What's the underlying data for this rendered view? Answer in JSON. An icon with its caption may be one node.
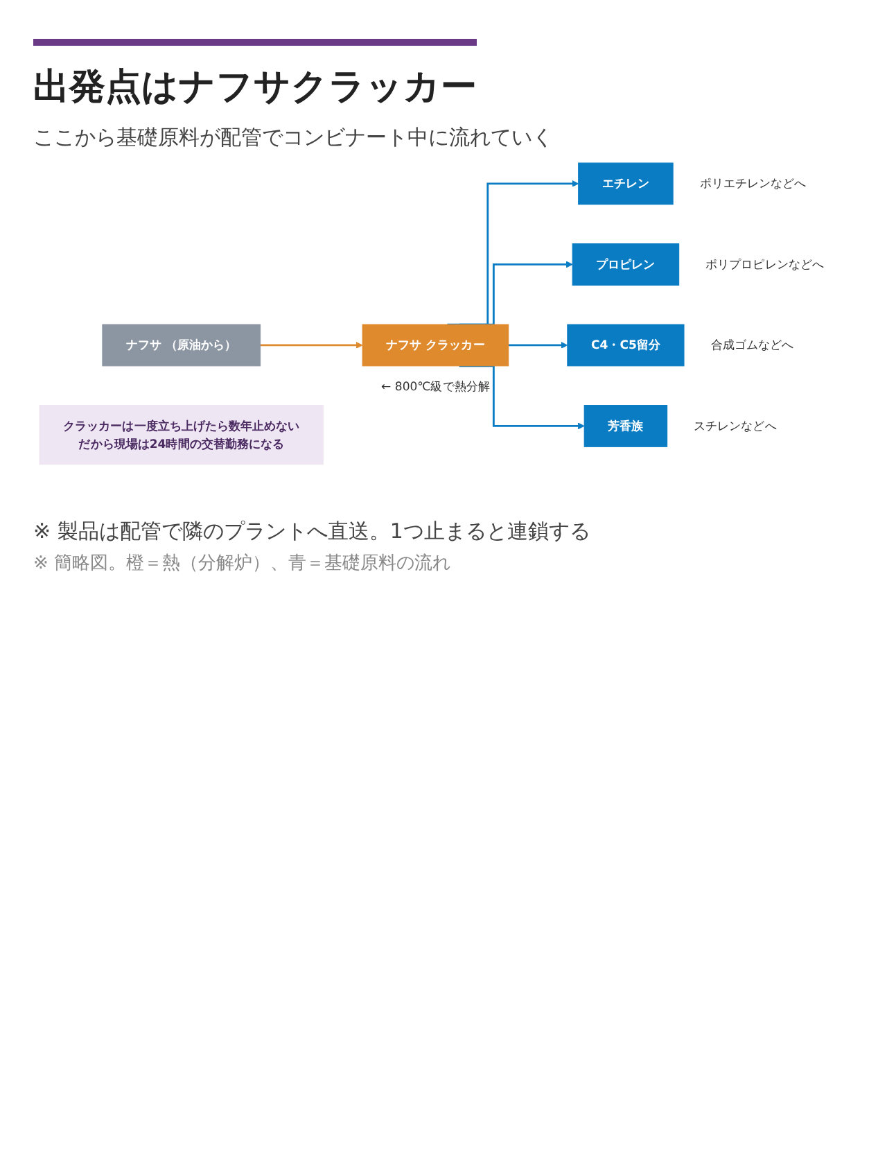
{
  "diagram": {
    "title": "出発点はナフサクラッカー",
    "nodes": [
      {
        "text": [
          "ナフサ （原油から）"
        ]
      },
      {
        "text": [
          "ナフサ クラッカー"
        ],
        "beside": [
          "← 800℃級で熱分解"
        ]
      },
      {
        "text": [
          "エチレン"
        ],
        "beside": [
          "ポリエチレンなどへ"
        ]
      },
      {
        "text": [
          "プロピレン"
        ],
        "beside": [
          "ポリプロピレンなどへ"
        ]
      },
      {
        "text": [
          "C4・C5留分"
        ],
        "beside": [
          "合成ゴムなどへ"
        ]
      },
      {
        "text": [
          "芳香族"
        ],
        "beside": [
          "スチレンなどへ"
        ]
      },
      {
        "text": [
          "クラッカーは一度立ち上げたら数年止めない",
          "だから現場は24時間の交替勤務になる"
        ]
      }
    ],
    "edges": [
      {
        "from": 0,
        "to": 1,
        "arrow": "to",
        "color": "#e08a2e"
      },
      {
        "from": 1,
        "to": 2,
        "arrow": "to"
      },
      {
        "from": 1,
        "to": 3,
        "arrow": "to"
      },
      {
        "from": 1,
        "to": 4,
        "arrow": "to"
      },
      {
        "from": 1,
        "to": 5,
        "arrow": "to"
      }
    ],
    "labels": [
      "ここから基礎原料が配管でコンビナート中に流れていく",
      "※ 製品は配管で隣のプラントへ直送。1つ止まると連鎖する",
      "※ 簡略図。橙＝熱（分解炉）、青＝基礎原料の流れ"
    ]
  }
}
